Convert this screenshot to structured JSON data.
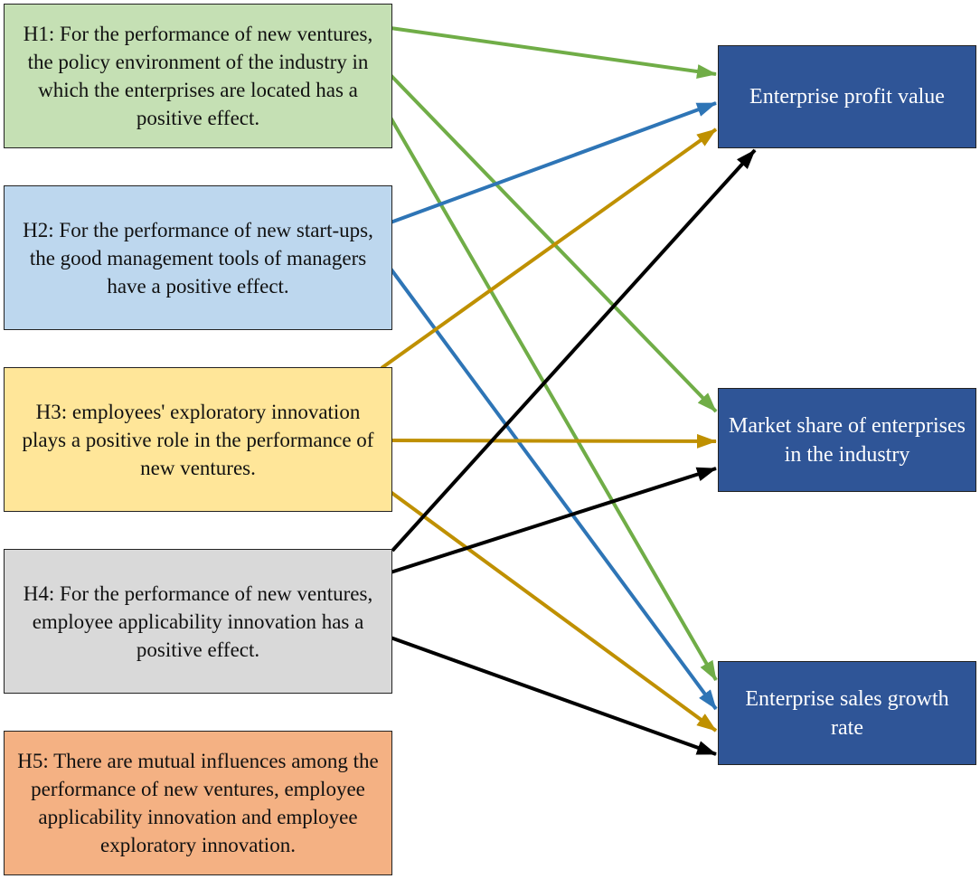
{
  "hypotheses": {
    "h1": {
      "text": "H1: For the performance of new ventures, the policy environment of the industry in which the enterprises are located has a positive effect.",
      "color": "#c5e0b4"
    },
    "h2": {
      "text": "H2:  For the performance of new start-ups, the good management tools of managers have a positive effect.",
      "color": "#bdd7ee"
    },
    "h3": {
      "text": "H3: employees' exploratory innovation plays a positive role in the performance of new ventures.",
      "color": "#ffe699"
    },
    "h4": {
      "text": "H4: For the performance of new ventures, employee applicability innovation has a positive effect.",
      "color": "#d9d9d9"
    },
    "h5": {
      "text": "H5: There are mutual influences among the performance of new ventures, employee applicability innovation and employee exploratory innovation.",
      "color": "#f4b183"
    }
  },
  "outcomes": {
    "profit": {
      "text": "Enterprise profit value"
    },
    "market": {
      "text": "Market share of enterprises in the industry"
    },
    "sales": {
      "text": "Enterprise sales growth rate"
    },
    "color": "#2f5597"
  },
  "arrow_colors": {
    "h1": "#70ad47",
    "h2": "#2e75b6",
    "h3": "#bf9000",
    "h4": "#000000"
  },
  "connections": [
    {
      "from": "h1",
      "to": "profit"
    },
    {
      "from": "h1",
      "to": "market"
    },
    {
      "from": "h1",
      "to": "sales"
    },
    {
      "from": "h2",
      "to": "profit"
    },
    {
      "from": "h2",
      "to": "sales"
    },
    {
      "from": "h3",
      "to": "profit"
    },
    {
      "from": "h3",
      "to": "market"
    },
    {
      "from": "h3",
      "to": "sales"
    },
    {
      "from": "h4",
      "to": "profit"
    },
    {
      "from": "h4",
      "to": "market"
    },
    {
      "from": "h4",
      "to": "sales"
    }
  ]
}
